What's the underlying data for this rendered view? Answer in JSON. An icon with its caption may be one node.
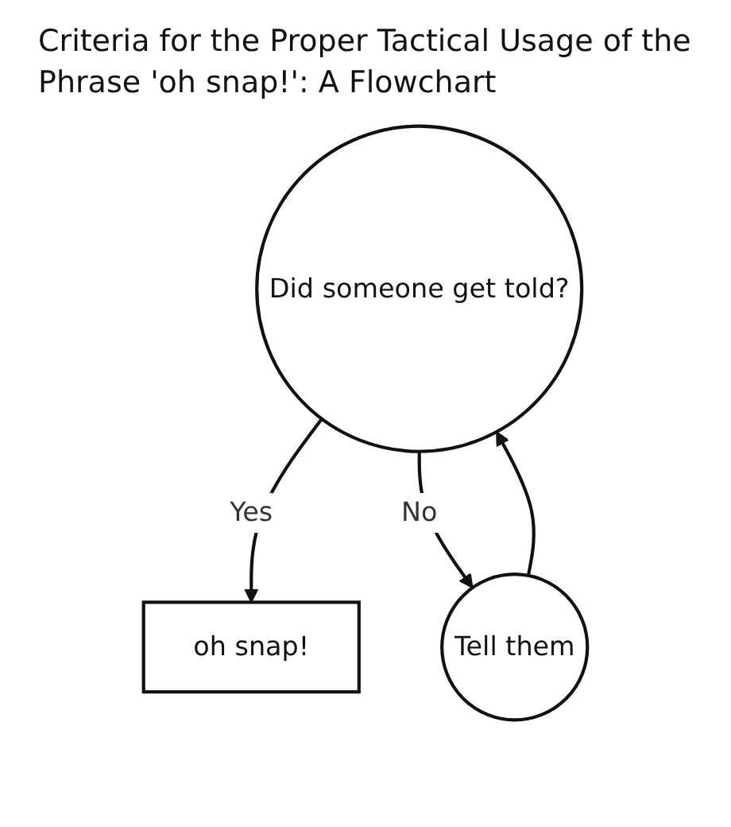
{
  "diagram": {
    "title": "Criteria for the Proper Tactical Usage of the Phrase 'oh snap!': A Flowchart",
    "nodes": [
      {
        "text": [
          "Did someone get told?"
        ]
      },
      {
        "text": [
          "oh snap!"
        ]
      },
      {
        "text": [
          "Tell them"
        ]
      }
    ],
    "edges": [
      {
        "from": 0,
        "to": 1,
        "arrow": "to",
        "label": "Yes"
      },
      {
        "from": 0,
        "to": 2,
        "arrow": "to",
        "label": "No"
      },
      {
        "from": 2,
        "to": 0,
        "arrow": "to"
      }
    ]
  }
}
